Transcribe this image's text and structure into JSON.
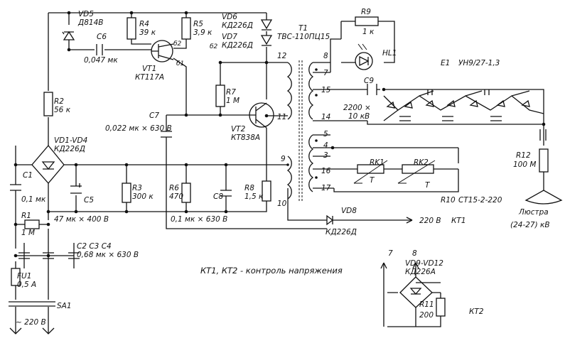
{
  "components": {
    "vd5": {
      "ref": "VD5",
      "type": "Д814В"
    },
    "r4": {
      "ref": "R4",
      "value": "39 к"
    },
    "r5": {
      "ref": "R5",
      "value": "3,9 к"
    },
    "vd6": {
      "ref": "VD6",
      "type": "КД226Д"
    },
    "vd7": {
      "ref": "VD7",
      "type": "КД226Д"
    },
    "t1": {
      "ref": "T1",
      "type": "ТВС-110ПЦ15"
    },
    "r9": {
      "ref": "R9",
      "value": "1 к"
    },
    "hl1": {
      "ref": "HL1"
    },
    "c6": {
      "ref": "C6",
      "value": "0,047 мк"
    },
    "vt1": {
      "ref": "VT1",
      "type": "КТ117А",
      "pin_b2": "б2",
      "pin_b1": "б1"
    },
    "e1": {
      "ref": "E1",
      "type": "УН9/27-1,3"
    },
    "r7": {
      "ref": "R7",
      "value": "1 М"
    },
    "c9": {
      "ref": "C9",
      "value": "2200 ×",
      "voltage": "10 кВ"
    },
    "r2": {
      "ref": "R2",
      "value": "56 к"
    },
    "c7": {
      "ref": "C7",
      "value": "0,022 мк × 630 В"
    },
    "vt2": {
      "ref": "VT2",
      "type": "КТ838А"
    },
    "vd1_vd4": {
      "ref": "VD1-VD4",
      "type": "КД226Д"
    },
    "r12": {
      "ref": "R12",
      "value": "100 М"
    },
    "c1": {
      "ref": "C1",
      "value": "0,1 мк"
    },
    "c5": {
      "ref": "C5",
      "value": "47 мк × 400 В"
    },
    "r3": {
      "ref": "R3",
      "value": "300 к"
    },
    "r6": {
      "ref": "R6",
      "value": "470"
    },
    "c8": {
      "ref": "C8",
      "value": "0,1 мк × 630 В"
    },
    "r8": {
      "ref": "R8",
      "value": "1,5 к"
    },
    "rk1": {
      "ref": "RK1",
      "symbol": "T"
    },
    "rk2": {
      "ref": "RK2",
      "symbol": "T"
    },
    "r10": {
      "ref": "R10",
      "type": "СТ15-2-220"
    },
    "r1": {
      "ref": "R1",
      "value": "1 М"
    },
    "c2_c4": {
      "ref": "C2  C3  C4",
      "value": "0,68 мк × 630 В"
    },
    "vd8": {
      "ref": "VD8",
      "type": "КД226Д"
    },
    "fu1": {
      "ref": "FU1",
      "value": "0,5 А"
    },
    "sa1": {
      "ref": "SA1"
    },
    "vd9_vd12": {
      "ref": "VD9-VD12",
      "type": "КД226А"
    },
    "r11": {
      "ref": "R11",
      "value": "200"
    }
  },
  "winding_pins": {
    "p12": "12",
    "p8": "8",
    "p7": "7",
    "p15": "15",
    "p11": "11",
    "p14": "14",
    "p5": "5",
    "p4": "4",
    "p3": "3",
    "p9": "9",
    "p16": "16",
    "p17": "17",
    "p10": "10",
    "probe7": "7",
    "probe8": "8"
  },
  "labels": {
    "supply": "~ 220 В",
    "kt1_voltage": "220 В",
    "kt1": "КТ1",
    "kt2": "КТ2",
    "chandelier": "Люстра",
    "chandelier_kv": "(24-27) кВ",
    "note": "КТ1, КТ2 - контроль напряжения",
    "pin_b2_mark": "б2"
  }
}
